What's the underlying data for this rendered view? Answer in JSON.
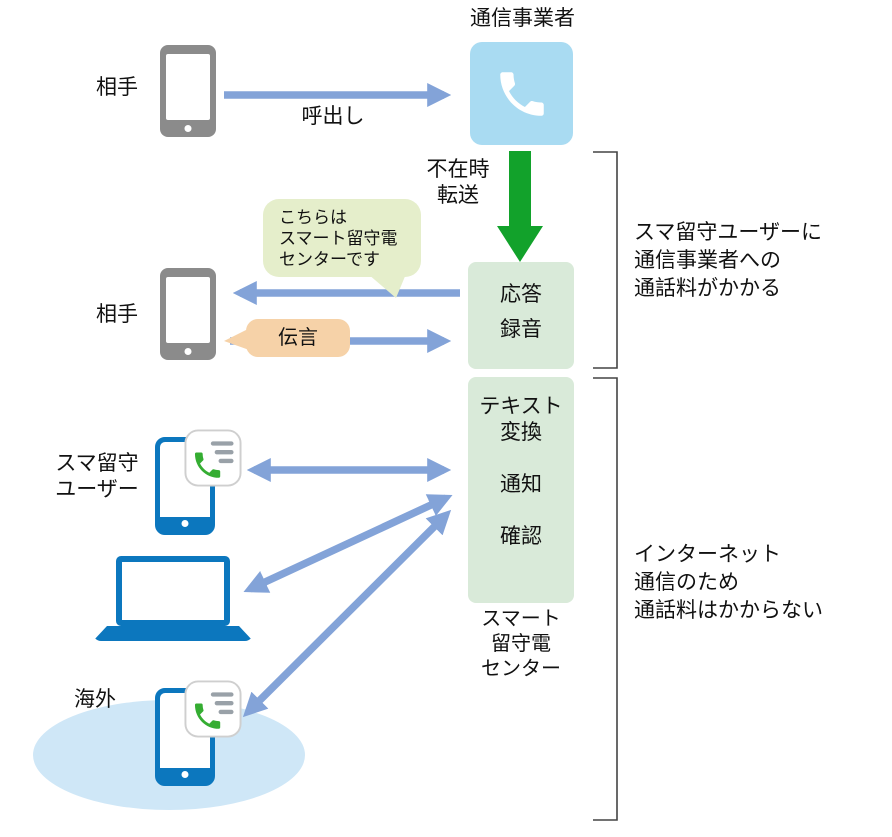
{
  "diagram": {
    "carrier_title": "通信事業者",
    "caller_top_label": "相手",
    "call_arrow_label": "呼出し",
    "forward_arrow_label": "不在時\n転送",
    "answer_box_text": "応答\n録音",
    "greeting_bubble_text": "こちらは\nスマート留守電\nセンターです",
    "caller_mid_label": "相手",
    "message_bubble_text": "伝言",
    "process_box_text": "テキスト\n変換\n\n通知\n\n確認",
    "center_caption": "スマート\n留守電\nセンター",
    "user_label": "スマ留守\nユーザー",
    "overseas_label": "海外",
    "note_top": "スマ留守ユーザーに\n通信事業者への\n通話料がかかる",
    "note_bottom": "インターネット\n通信のため\n通話料はかからない",
    "icons": {
      "carrier_icon": "phone-handset-icon",
      "caller_icon": "gray-smartphone-icon",
      "user_icon": "blue-smartphone-icon",
      "app_icon": "smart-voicemail-app-icon",
      "laptop_icon": "laptop-icon"
    },
    "colors": {
      "arrow_blue": "#83a3d8",
      "forward_green": "#12a22b",
      "carrier_box_blue": "#a9dbf2",
      "process_box_green": "#d9ead9",
      "greeting_bubble": "#e5eecb",
      "message_bubble": "#f6d2a8",
      "device_blue": "#0c77be",
      "phone_gray": "#8b8b8b",
      "overseas_ellipse": "#cfe7f7"
    }
  }
}
